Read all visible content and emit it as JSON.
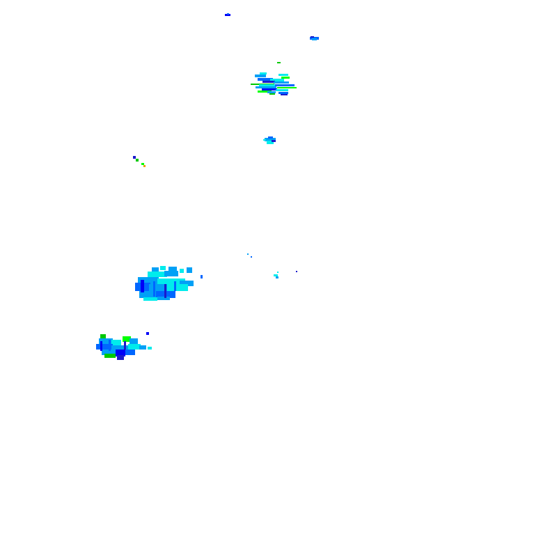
{
  "layer": {
    "kind": "radar-precipitation-overlay",
    "background": "#ffffff"
  },
  "palette": {
    "light": "#00ecec",
    "sky": "#01a0f6",
    "blue": "#0066ff",
    "deep": "#0000f6",
    "green": "#00ff00",
    "darkgreen": "#00c800",
    "navy": "#1a1acc",
    "orange": "#e8a000"
  },
  "echo_clusters": [
    {
      "id": "top-speck",
      "intensity": "moderate"
    },
    {
      "id": "upper-right-speck",
      "intensity": "moderate"
    },
    {
      "id": "upper-cell",
      "intensity": "mixed"
    },
    {
      "id": "mid-small-cell",
      "intensity": "light"
    },
    {
      "id": "left-streak",
      "intensity": "mixed"
    },
    {
      "id": "center-scatter",
      "intensity": "trace"
    },
    {
      "id": "west-band-large",
      "intensity": "light"
    },
    {
      "id": "southwest-band",
      "intensity": "mixed"
    }
  ]
}
